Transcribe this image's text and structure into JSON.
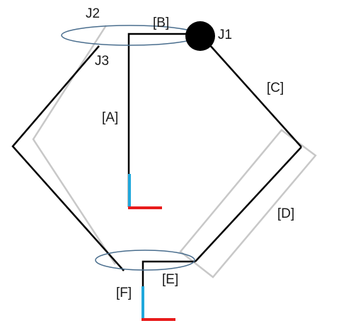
{
  "labels": {
    "j1": "J1",
    "j2": "J2",
    "j3": "J3",
    "a": "[A]",
    "b": "[B]",
    "c": "[C]",
    "d": "[D]",
    "e": "[E]",
    "f": "[F]"
  },
  "colors": {
    "link": "#000000",
    "ghost": "#c8c8c8",
    "ring": "#4a6e8e",
    "axis_vertical": "#20a8dc",
    "axis_horizontal": "#e81c1c",
    "joint": "#000000"
  }
}
